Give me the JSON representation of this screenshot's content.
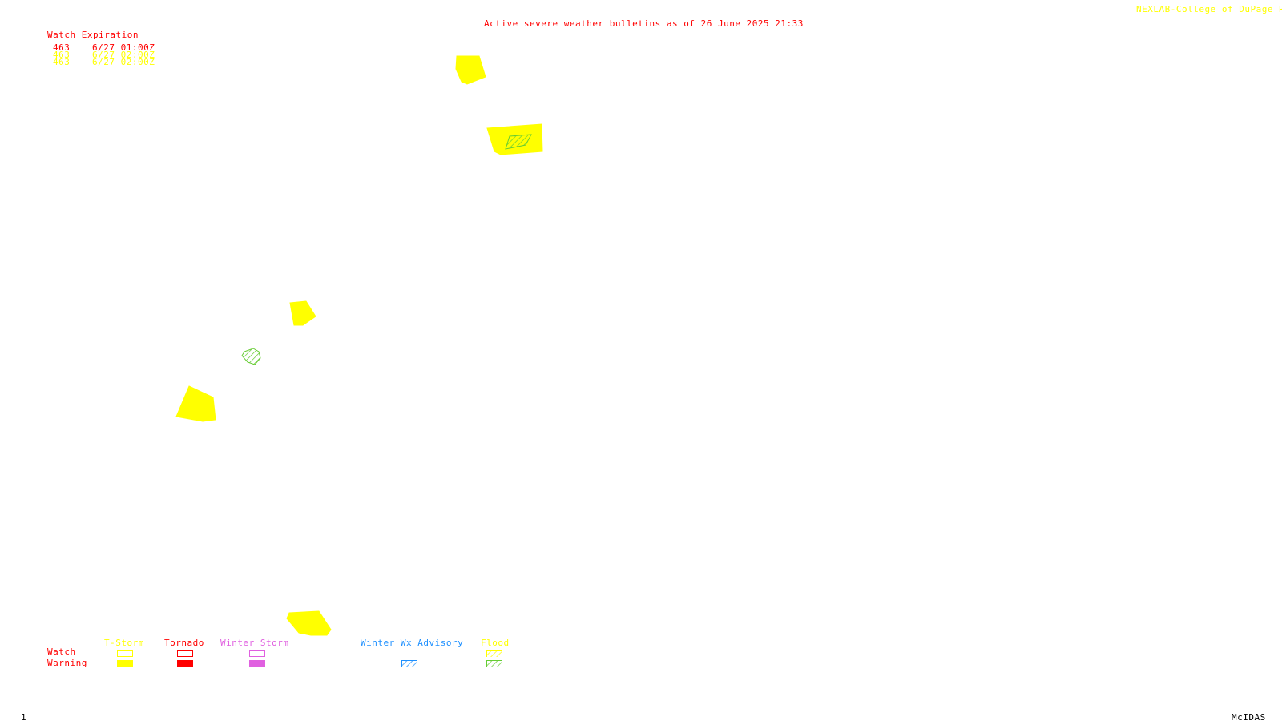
{
  "header": {
    "bulletin_title": "Active severe weather bulletins as of 26 June 2025 21:33",
    "source_label": "NEXLAB-College of DuPage R"
  },
  "watch_list": {
    "heading": "Watch Expiration",
    "entries": [
      {
        "number": "463",
        "expiration": "6/27 01:00Z",
        "color": "#ff0000"
      },
      {
        "number": "463",
        "expiration": "6/27 02:00Z",
        "color": "#ffff00"
      },
      {
        "number": "463",
        "expiration": "6/27 02:00Z",
        "color": "#ffff00"
      }
    ]
  },
  "legend": {
    "row_labels": {
      "watch": "Watch",
      "warning": "Warning"
    },
    "categories": [
      {
        "key": "tstorm",
        "label": "T-Storm",
        "color": "#ffff00",
        "style": "solid"
      },
      {
        "key": "tornado",
        "label": "Tornado",
        "color": "#ff0000",
        "style": "solid"
      },
      {
        "key": "winter_storm",
        "label": "Winter Storm",
        "color": "#e060e0",
        "style": "solid"
      },
      {
        "key": "winter_advisory",
        "label": "Winter Wx Advisory",
        "color": "#1e90ff",
        "style": "hatched"
      },
      {
        "key": "flood",
        "label": "Flood",
        "color": "#ffff00",
        "warning_color": "#66cc33",
        "style": "hatched"
      }
    ]
  },
  "map": {
    "warning_fill_color": "#ffff00",
    "flood_hatch_color": "#66cc33",
    "features": [
      {
        "kind": "tstorm-warning"
      },
      {
        "kind": "tstorm-warning"
      },
      {
        "kind": "flood-warning"
      },
      {
        "kind": "tstorm-warning"
      },
      {
        "kind": "flood-warning"
      },
      {
        "kind": "tstorm-warning"
      },
      {
        "kind": "tstorm-warning"
      }
    ]
  },
  "footer": {
    "frame_number": "1",
    "software_label": "McIDAS"
  },
  "colors": {
    "title_red": "#ff0000",
    "source_yellow": "#ffff00",
    "footer_text": "#000000"
  }
}
